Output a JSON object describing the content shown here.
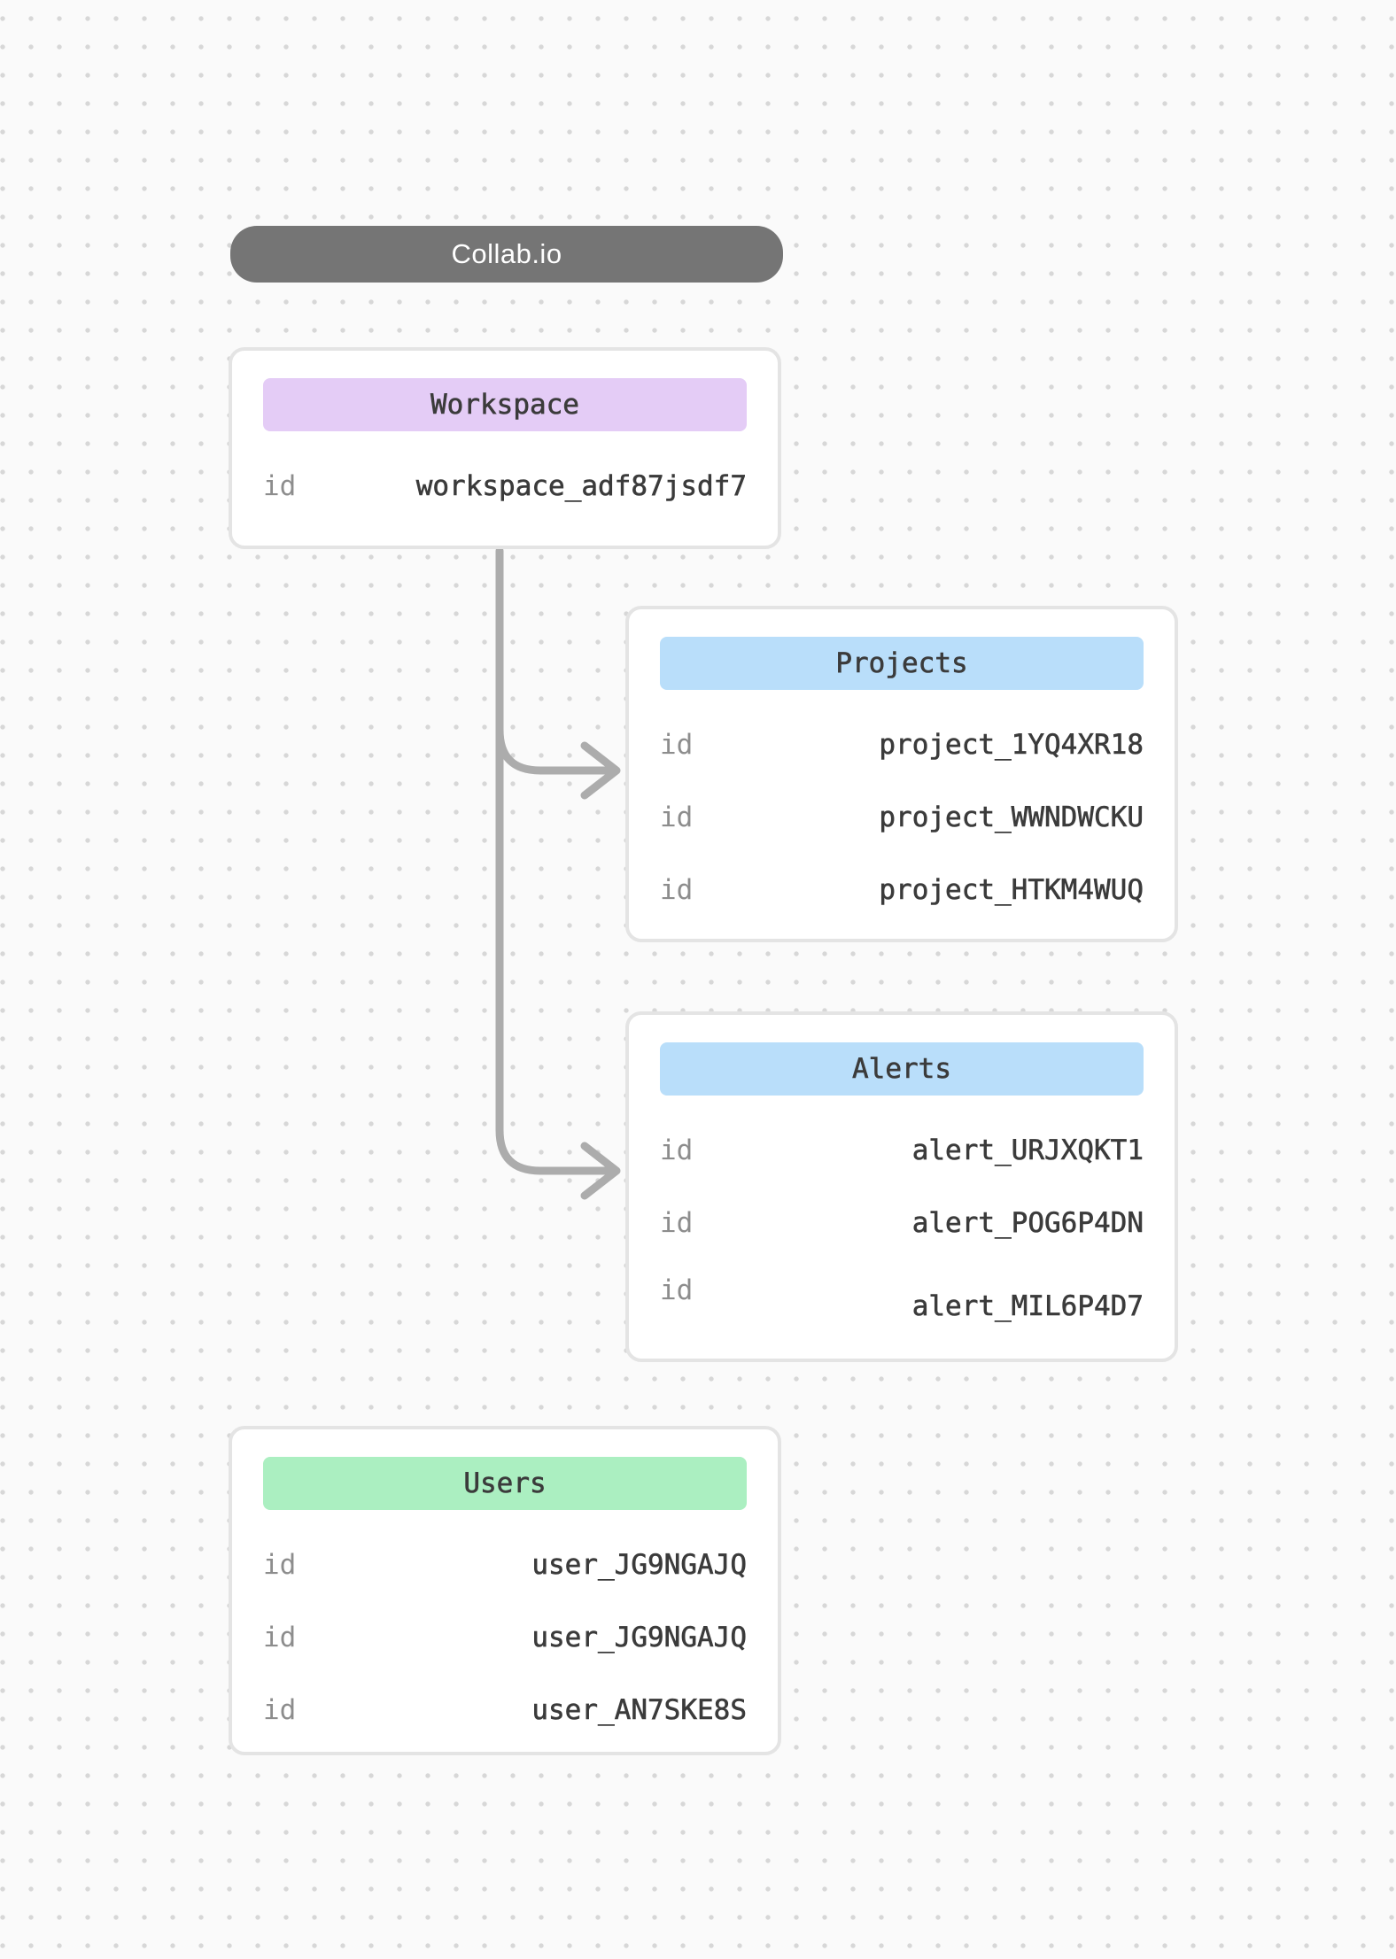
{
  "app": {
    "title": "Collab.io"
  },
  "colors": {
    "pill_bg": "#757575",
    "workspace_header": "#e4ccf6",
    "projects_header": "#b9defa",
    "alerts_header": "#b9defa",
    "users_header": "#abefc1",
    "connector": "#acacac"
  },
  "cards": {
    "workspace": {
      "title": "Workspace",
      "rows": [
        {
          "label": "id",
          "value": "workspace_adf87jsdf7"
        }
      ]
    },
    "projects": {
      "title": "Projects",
      "rows": [
        {
          "label": "id",
          "value": "project_1YQ4XR18"
        },
        {
          "label": "id",
          "value": "project_WWNDWCKU"
        },
        {
          "label": "id",
          "value": "project_HTKM4WUQ"
        }
      ]
    },
    "alerts": {
      "title": "Alerts",
      "rows": [
        {
          "label": "id",
          "value": "alert_URJXQKT1"
        },
        {
          "label": "id",
          "value": "alert_POG6P4DN"
        },
        {
          "label": "id",
          "value": "alert_MIL6P4D7"
        }
      ]
    },
    "users": {
      "title": "Users",
      "rows": [
        {
          "label": "id",
          "value": "user_JG9NGAJQ"
        },
        {
          "label": "id",
          "value": "user_JG9NGAJQ"
        },
        {
          "label": "id",
          "value": "user_AN7SKE8S"
        }
      ]
    }
  }
}
